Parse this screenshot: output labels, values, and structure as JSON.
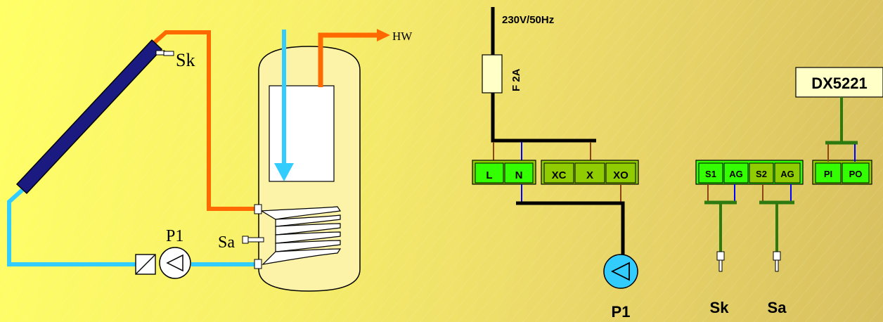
{
  "hydraulic": {
    "hot_water_label": "HW",
    "collector_sensor_label": "Sk",
    "pump_label": "P1",
    "tank_sensor_label": "Sa"
  },
  "electrical": {
    "supply_label": "230V/50Hz",
    "fuse_label": "F 2A",
    "module_label": "DX5221",
    "terminals_power": [
      "L",
      "N"
    ],
    "terminals_pump": [
      "XC",
      "X",
      "XO"
    ],
    "terminals_sensors_1": [
      "S1",
      "AG"
    ],
    "terminals_sensors_2": [
      "S2",
      "AG"
    ],
    "terminals_bus": [
      "PI",
      "PO"
    ],
    "pump_label": "P1",
    "sensor_collector_label": "Sk",
    "sensor_tank_label": "Sa"
  },
  "colors": {
    "hot_pipe": "#ff6a00",
    "cold_pipe": "#33ccff",
    "collector": "#1a1a80",
    "terminal_bright": "#33ff00",
    "terminal_olive": "#8fcc00",
    "wire_black": "#000000",
    "wire_brown": "#8b4513",
    "wire_blue": "#0000ff",
    "sensor_green": "#2d7a10"
  }
}
